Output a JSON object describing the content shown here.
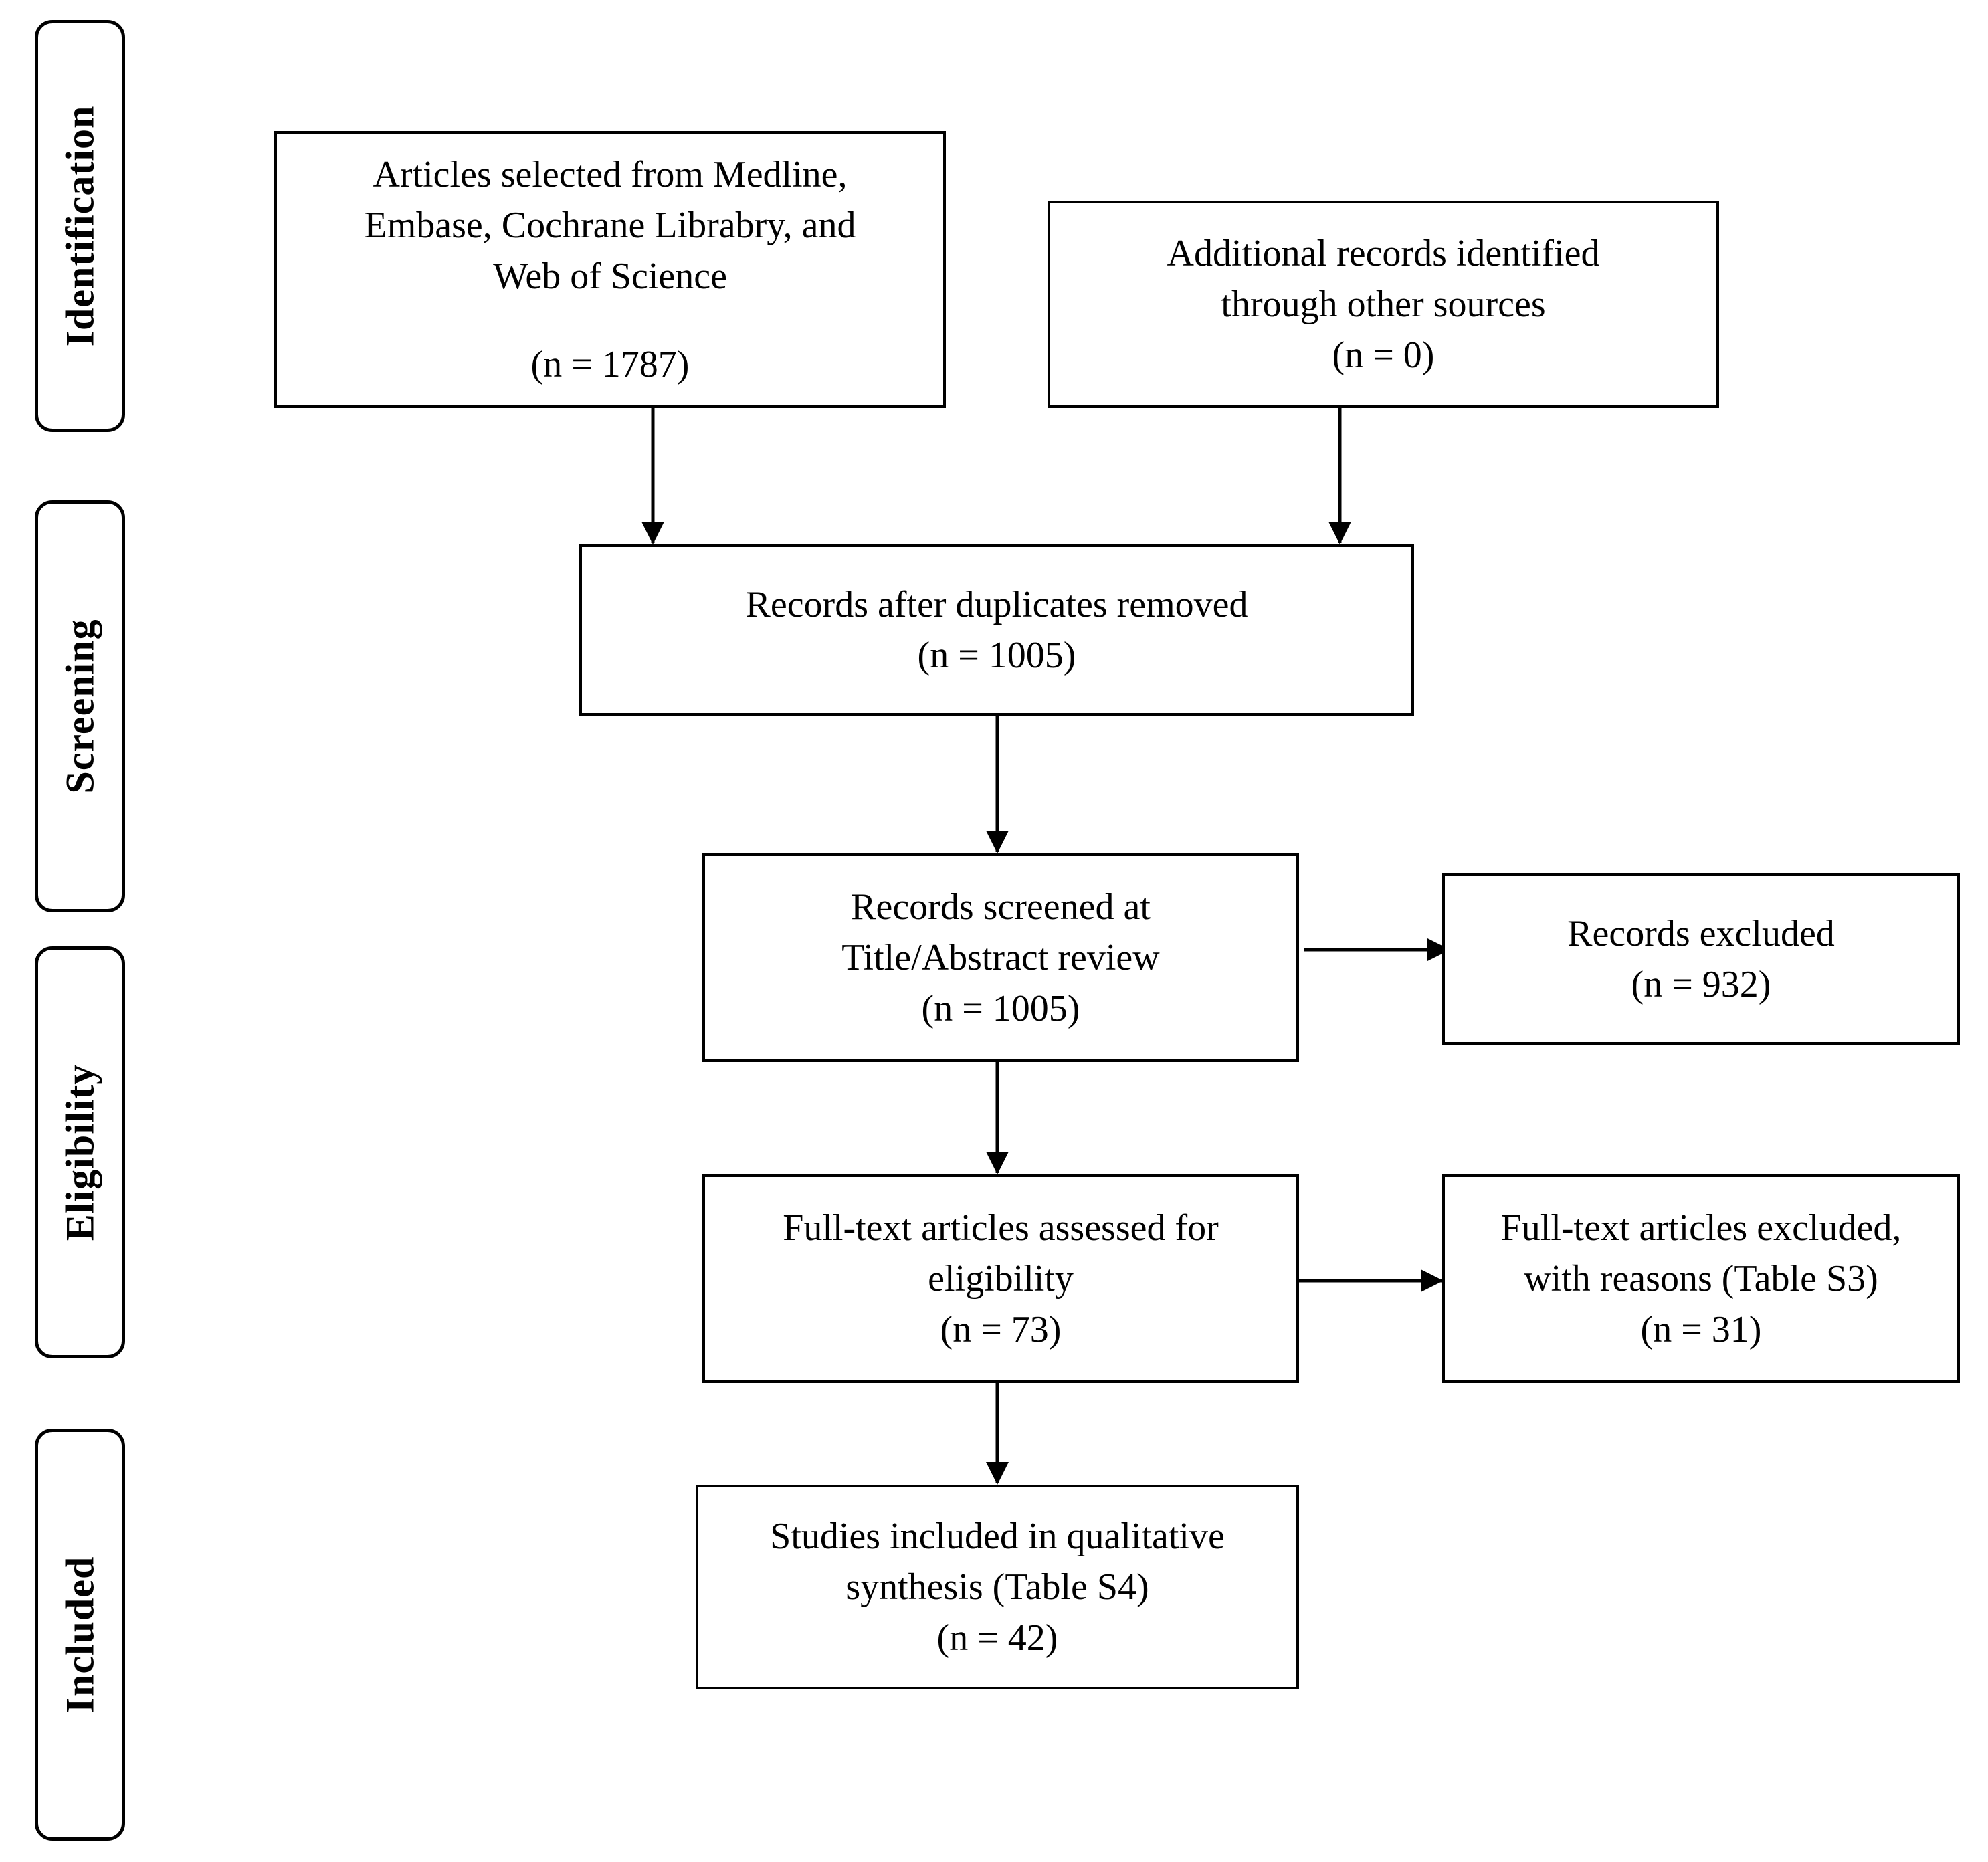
{
  "phases": {
    "identification": "Identification",
    "screening": "Screening",
    "eligibility": "Eligibility",
    "included": "Included"
  },
  "boxes": {
    "databases": {
      "lines": [
        "Articles selected from Medline,",
        "Embase, Cochrane Librabry, and",
        "Web of Science"
      ],
      "count": "(n = 1787)"
    },
    "other_sources": {
      "lines": [
        "Additional records identified",
        "through other sources"
      ],
      "count": "(n = 0)"
    },
    "duplicates_removed": {
      "lines": [
        "Records after duplicates removed"
      ],
      "count": "(n = 1005)"
    },
    "screened": {
      "lines": [
        "Records screened at",
        "Title/Abstract review"
      ],
      "count": "(n = 1005)"
    },
    "excluded": {
      "lines": [
        "Records excluded"
      ],
      "count": "(n = 932)"
    },
    "fulltext_assessed": {
      "lines": [
        "Full-text articles assessed for",
        "eligibility"
      ],
      "count": "(n = 73)"
    },
    "fulltext_excluded": {
      "lines": [
        "Full-text articles excluded,",
        "with reasons (Table S3)"
      ],
      "count": "(n = 31)"
    },
    "included_studies": {
      "lines": [
        "Studies included in qualitative",
        "synthesis (Table S4)"
      ],
      "count": "(n = 42)"
    }
  }
}
